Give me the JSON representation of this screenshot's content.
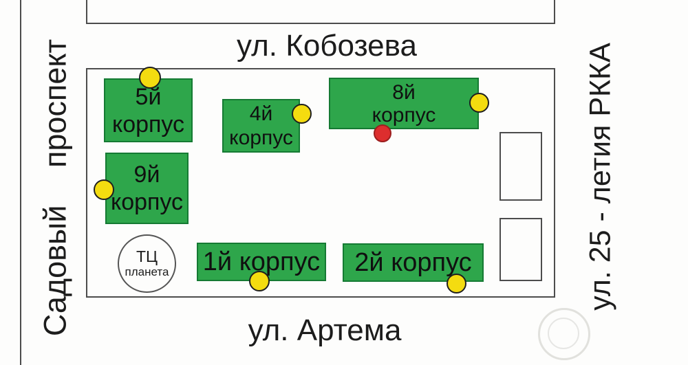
{
  "colors": {
    "building_fill": "#2ea64b",
    "building_border": "#157a33",
    "entrance_marker_yellow": "#f4dc10",
    "highlight_marker_red": "#dd2e2e",
    "map_line": "#4c4c4c",
    "background": "#fdfdfc",
    "text": "#1c1c1c"
  },
  "streets": {
    "top": "ул. Кобозева",
    "bottom": "ул. Артема",
    "left": "Садовый проспект",
    "right": "ул. 25 - летия РККА"
  },
  "buildings": {
    "b5": {
      "line1": "5й",
      "line2": "корпус"
    },
    "b4": {
      "line1": "4й",
      "line2": "корпус"
    },
    "b8": {
      "line1": "8й",
      "line2": "корпус"
    },
    "b9": {
      "line1": "9й",
      "line2": "корпус"
    },
    "b1": {
      "label": "1й корпус"
    },
    "b2": {
      "label": "2й корпус"
    }
  },
  "landmark": {
    "line1": "ТЦ",
    "line2": "планета"
  },
  "markers": {
    "yellow_entrance_count": 6,
    "red_highlight_count": 1
  }
}
